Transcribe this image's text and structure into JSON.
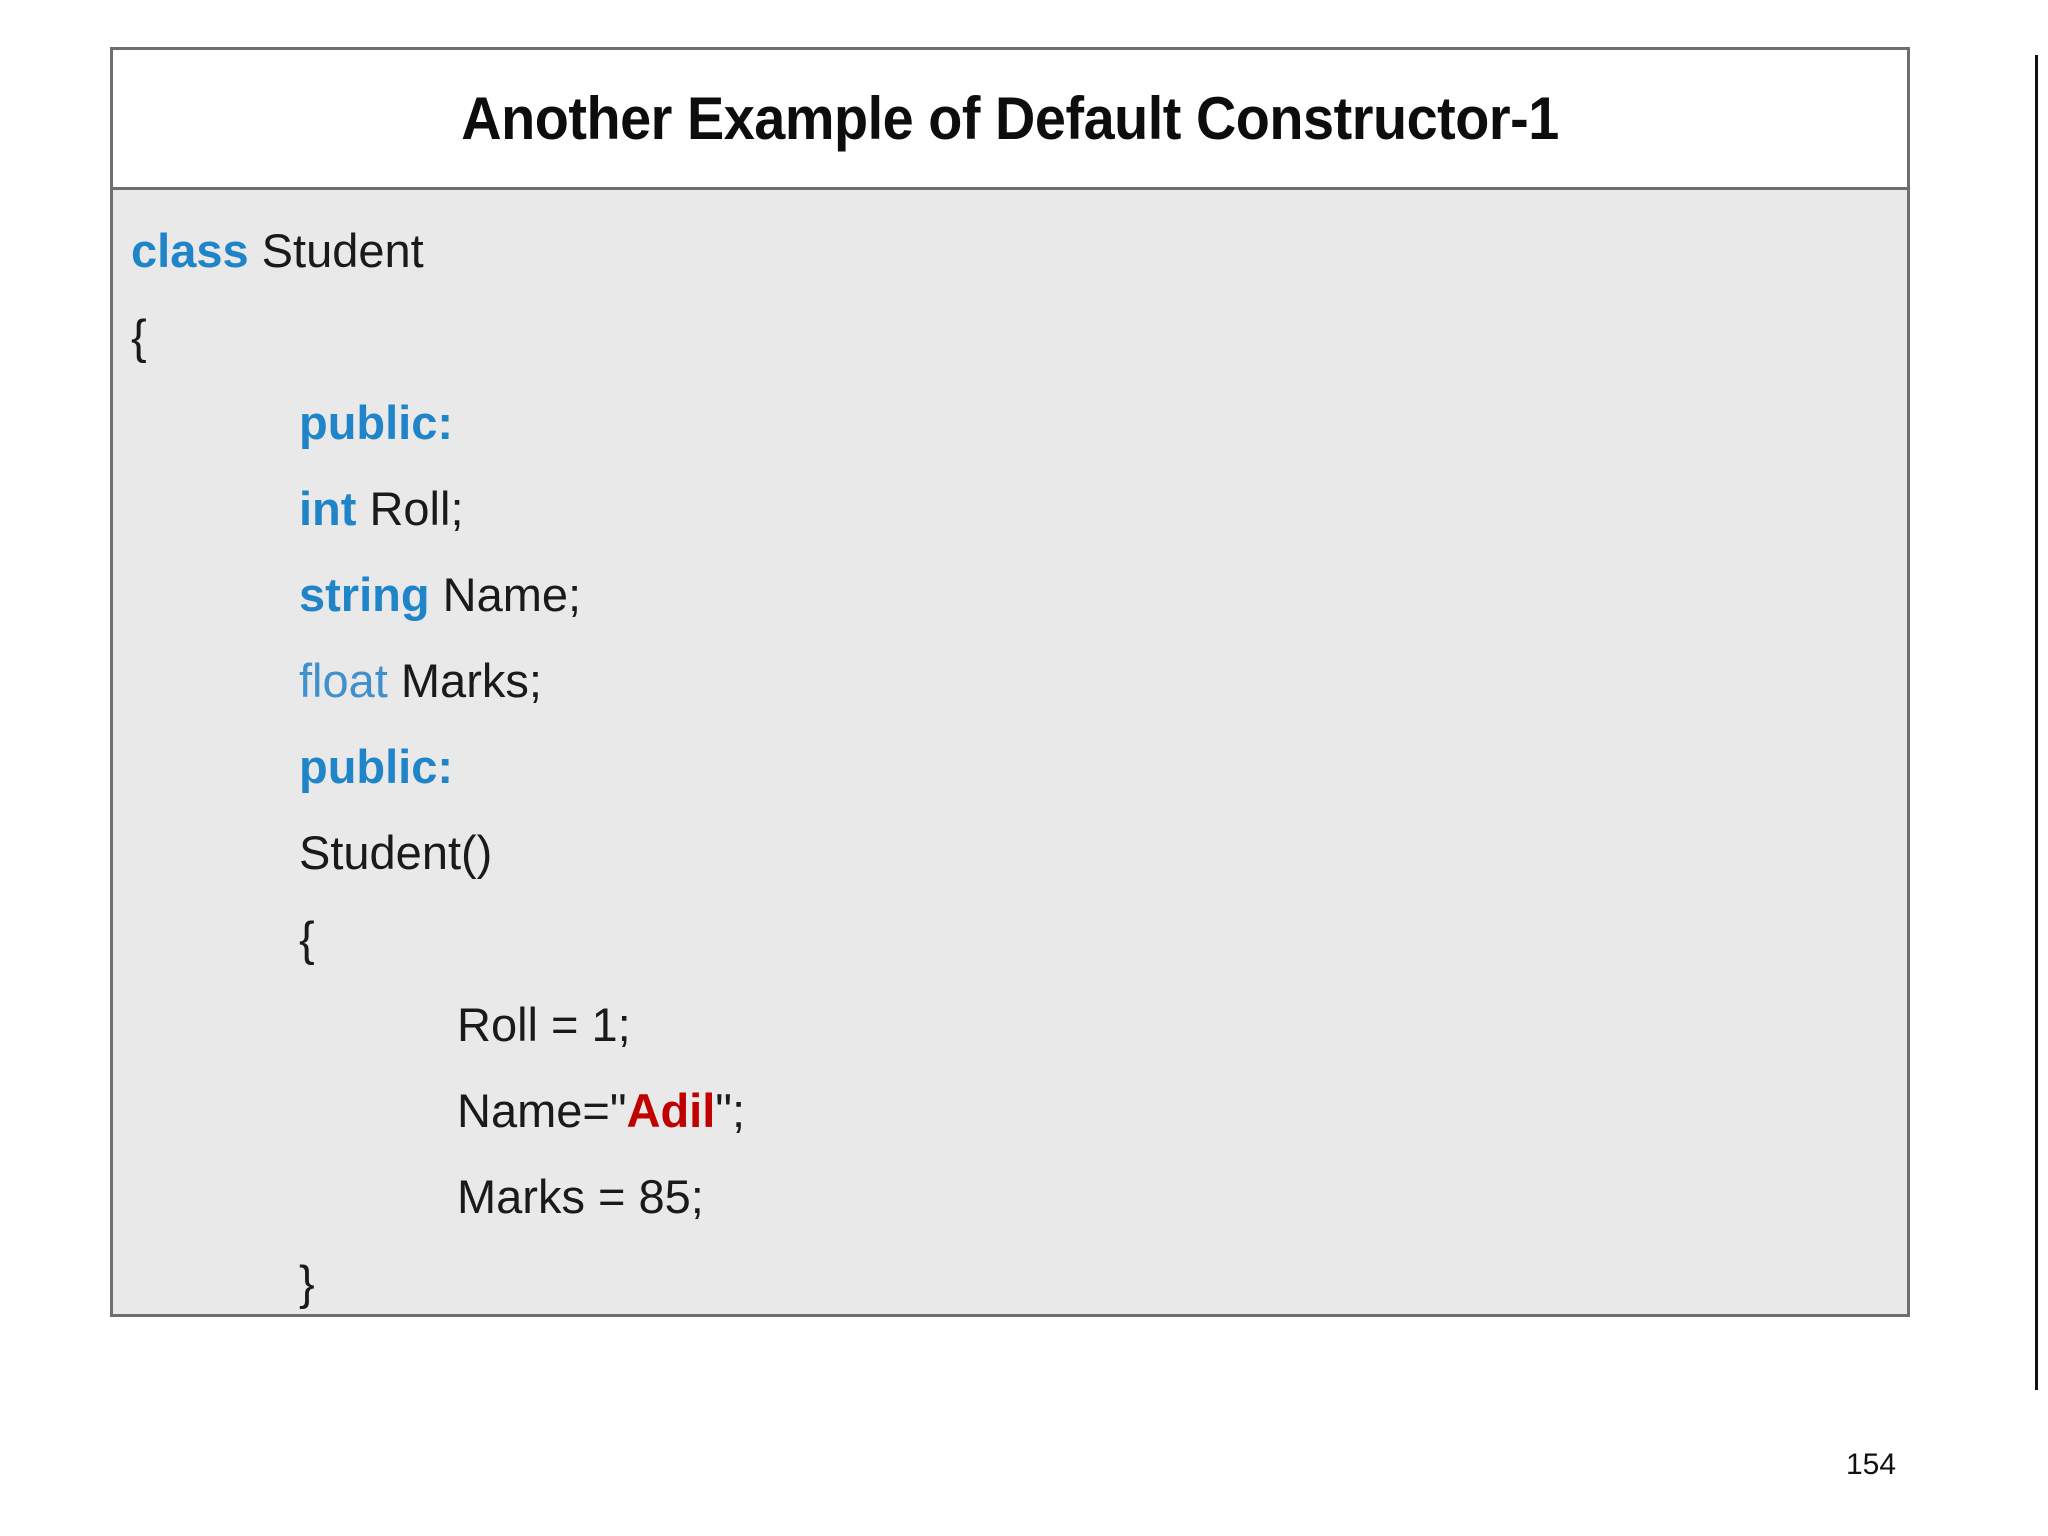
{
  "slide": {
    "title": "Another Example of Default Constructor-1",
    "page_number": "154",
    "colors": {
      "keyword_blue": "#1f84c8",
      "keyword_blue_light": "#3f90cd",
      "string_red": "#c00000",
      "code_background": "#e9e9e9",
      "frame_border": "#6e6e6e",
      "text_black": "#1a1a1a"
    }
  },
  "code": {
    "language": "cpp",
    "lines": [
      {
        "indent": 0,
        "tokens": [
          {
            "t": "class",
            "k": "keyword"
          },
          {
            "t": " Student",
            "k": "plain"
          }
        ]
      },
      {
        "indent": 0,
        "tokens": [
          {
            "t": "{",
            "k": "plain"
          }
        ]
      },
      {
        "indent": 1,
        "tokens": [
          {
            "t": "public",
            "k": "keyword"
          },
          {
            "t": ":",
            "k": "punct-blue"
          }
        ]
      },
      {
        "indent": 1,
        "tokens": [
          {
            "t": "int",
            "k": "keyword"
          },
          {
            "t": " Roll;",
            "k": "plain"
          }
        ]
      },
      {
        "indent": 1,
        "tokens": [
          {
            "t": "string",
            "k": "keyword"
          },
          {
            "t": " Name;",
            "k": "plain"
          }
        ]
      },
      {
        "indent": 1,
        "tokens": [
          {
            "t": "float",
            "k": "keyword-light"
          },
          {
            "t": " Marks;",
            "k": "plain"
          }
        ]
      },
      {
        "indent": 1,
        "tokens": [
          {
            "t": "public",
            "k": "keyword"
          },
          {
            "t": ":",
            "k": "punct-blue"
          }
        ]
      },
      {
        "indent": 1,
        "tokens": [
          {
            "t": "Student()",
            "k": "plain"
          }
        ]
      },
      {
        "indent": 1,
        "tokens": [
          {
            "t": "{",
            "k": "plain"
          }
        ]
      },
      {
        "indent": 2,
        "tokens": [
          {
            "t": "Roll = 1;",
            "k": "plain"
          }
        ]
      },
      {
        "indent": 2,
        "tokens": [
          {
            "t": "Name=\"",
            "k": "plain"
          },
          {
            "t": "Adil",
            "k": "string"
          },
          {
            "t": "\";",
            "k": "plain"
          }
        ]
      },
      {
        "indent": 2,
        "tokens": [
          {
            "t": "Marks = 85;",
            "k": "plain"
          }
        ]
      },
      {
        "indent": 1,
        "tokens": [
          {
            "t": "}",
            "k": "plain"
          }
        ]
      }
    ]
  }
}
